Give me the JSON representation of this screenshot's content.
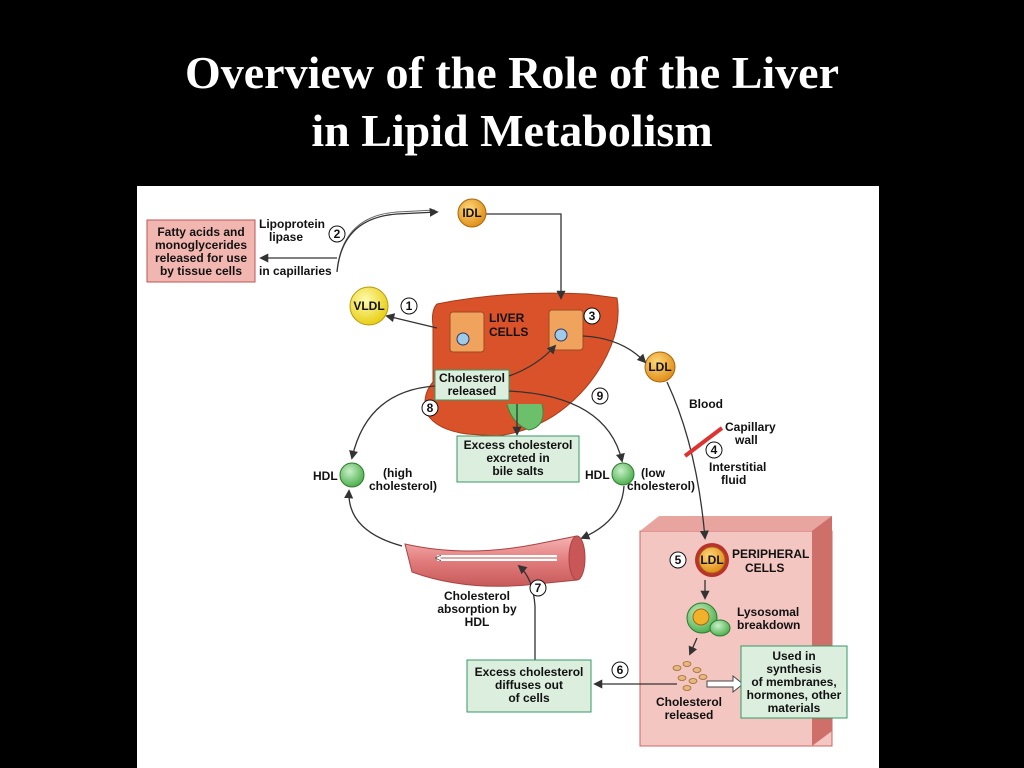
{
  "slide": {
    "title_line1": "Overview of the Role of the Liver",
    "title_line2": "in Lipid Metabolism"
  },
  "diagram": {
    "fatty_acids_box": [
      "Fatty acids and",
      "monoglycerides",
      "released for use",
      "by tissue cells"
    ],
    "lipoprotein_lipase": [
      "Lipoprotein",
      "lipase"
    ],
    "in_capillaries": "in capillaries",
    "idl": "IDL",
    "vldl": "VLDL",
    "ldl": "LDL",
    "liver_cells": [
      "LIVER",
      "CELLS"
    ],
    "cholesterol_released_box": [
      "Cholesterol",
      "released"
    ],
    "excess_bile_box": [
      "Excess cholesterol",
      "excreted in",
      "bile salts"
    ],
    "hdl_high_label": "HDL",
    "hdl_high_note": [
      "(high",
      "cholesterol)"
    ],
    "hdl_low_label": "HDL",
    "hdl_low_note": [
      "(low",
      "cholesterol)"
    ],
    "blood": "Blood",
    "capillary_wall": [
      "Capillary",
      "wall"
    ],
    "interstitial_fluid": [
      "Interstitial",
      "fluid"
    ],
    "peripheral_cells": [
      "PERIPHERAL",
      "CELLS"
    ],
    "lysosomal_breakdown": [
      "Lysosomal",
      "breakdown"
    ],
    "used_in_box": [
      "Used in",
      "synthesis",
      "of membranes,",
      "hormones, other",
      "materials"
    ],
    "cholesterol_released_peripheral": [
      "Cholesterol",
      "released"
    ],
    "excess_diffuses_box": [
      "Excess cholesterol",
      "diffuses out",
      "of cells"
    ],
    "cholesterol_absorption": [
      "Cholesterol",
      "absorption by",
      "HDL"
    ],
    "step_numbers": [
      "1",
      "2",
      "3",
      "4",
      "5",
      "6",
      "7",
      "8",
      "9"
    ]
  },
  "colors": {
    "background": "#000000",
    "panel": "#ffffff",
    "liver": "#d9522a",
    "pink_box": "#f2b6b1",
    "green_box": "#dceedd",
    "vldl": "#f3e23a",
    "idl_ldl": "#efa21f",
    "hdl": "#7fd07f",
    "peripheral_cell": "#f3c6c1",
    "vessel": "#e98a8a"
  }
}
